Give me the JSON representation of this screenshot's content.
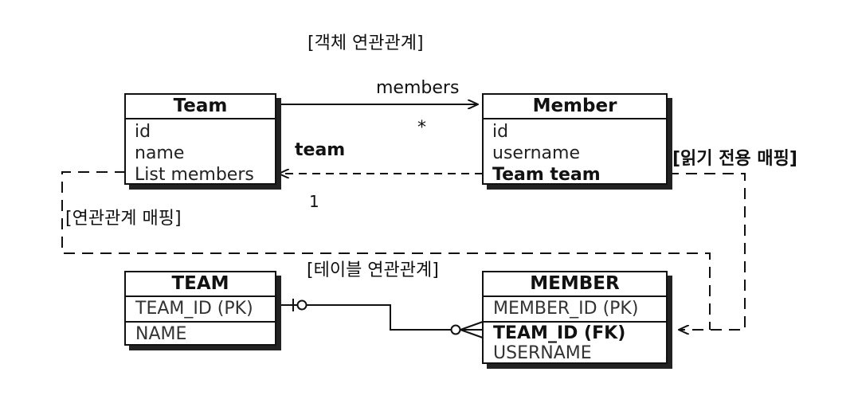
{
  "titles": {
    "object_relation": "[객체 연관관계]",
    "table_relation": "[테이블 연관관계]",
    "read_only_mapping": "[읽기 전용 매핑]",
    "relation_mapping": "[연관관계 매핑]"
  },
  "labels": {
    "members": "members",
    "many": "*",
    "team": "team",
    "one": "1"
  },
  "entities": {
    "team": {
      "title": "Team",
      "fields": [
        "id",
        "name",
        "List members"
      ]
    },
    "member": {
      "title": "Member",
      "fields": [
        "id",
        "username",
        "Team team"
      ]
    }
  },
  "tables": {
    "team": {
      "title": "TEAM",
      "pk": "TEAM_ID (PK)",
      "cols": [
        "NAME"
      ]
    },
    "member": {
      "title": "MEMBER",
      "pk": "MEMBER_ID (PK)",
      "fk": "TEAM_ID (FK)",
      "cols": [
        "USERNAME"
      ]
    }
  }
}
